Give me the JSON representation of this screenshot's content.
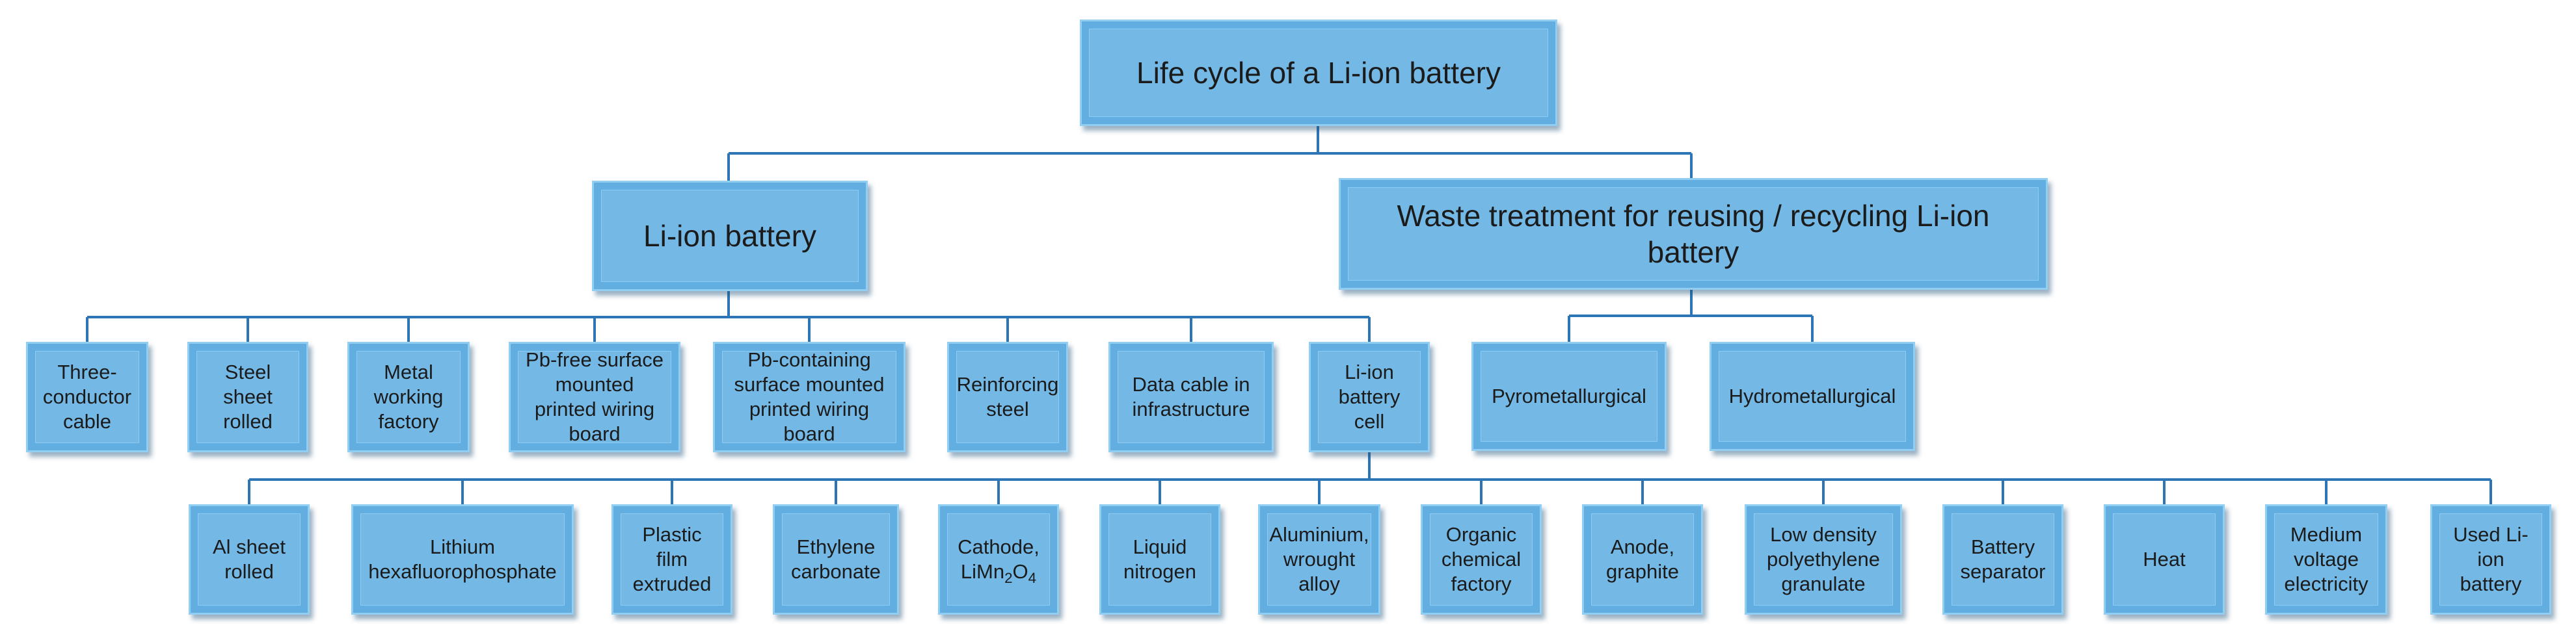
{
  "diagram": {
    "root": "Life cycle of a Li-ion battery",
    "branches": {
      "battery": "Li-ion battery",
      "waste": "Waste treatment for reusing / recycling Li-ion battery"
    },
    "battery_children": [
      "Three-conductor cable",
      "Steel sheet rolled",
      "Metal working factory",
      "Pb-free surface mounted printed wiring board",
      "Pb-containing surface mounted printed wiring board",
      "Reinforcing steel",
      "Data cable in infrastructure",
      "Li-ion battery cell"
    ],
    "waste_children": [
      "Pyrometallurgical",
      "Hydrometallurgical"
    ],
    "cell_children": [
      "Al sheet rolled",
      "Lithium hexafluorophosphate",
      "Plastic film extruded",
      "Ethylene carbonate",
      "Cathode, LiMn2O4",
      "Liquid nitrogen",
      "Aluminium, wrought alloy",
      "Organic chemical factory",
      "Anode, graphite",
      "Low density polyethylene granulate",
      "Battery separator",
      "Heat",
      "Medium voltage electricity",
      "Used Li-ion battery"
    ],
    "colors": {
      "box": "#74b9e6",
      "border": "#92cdf2",
      "connector": "#2e75b6"
    }
  }
}
